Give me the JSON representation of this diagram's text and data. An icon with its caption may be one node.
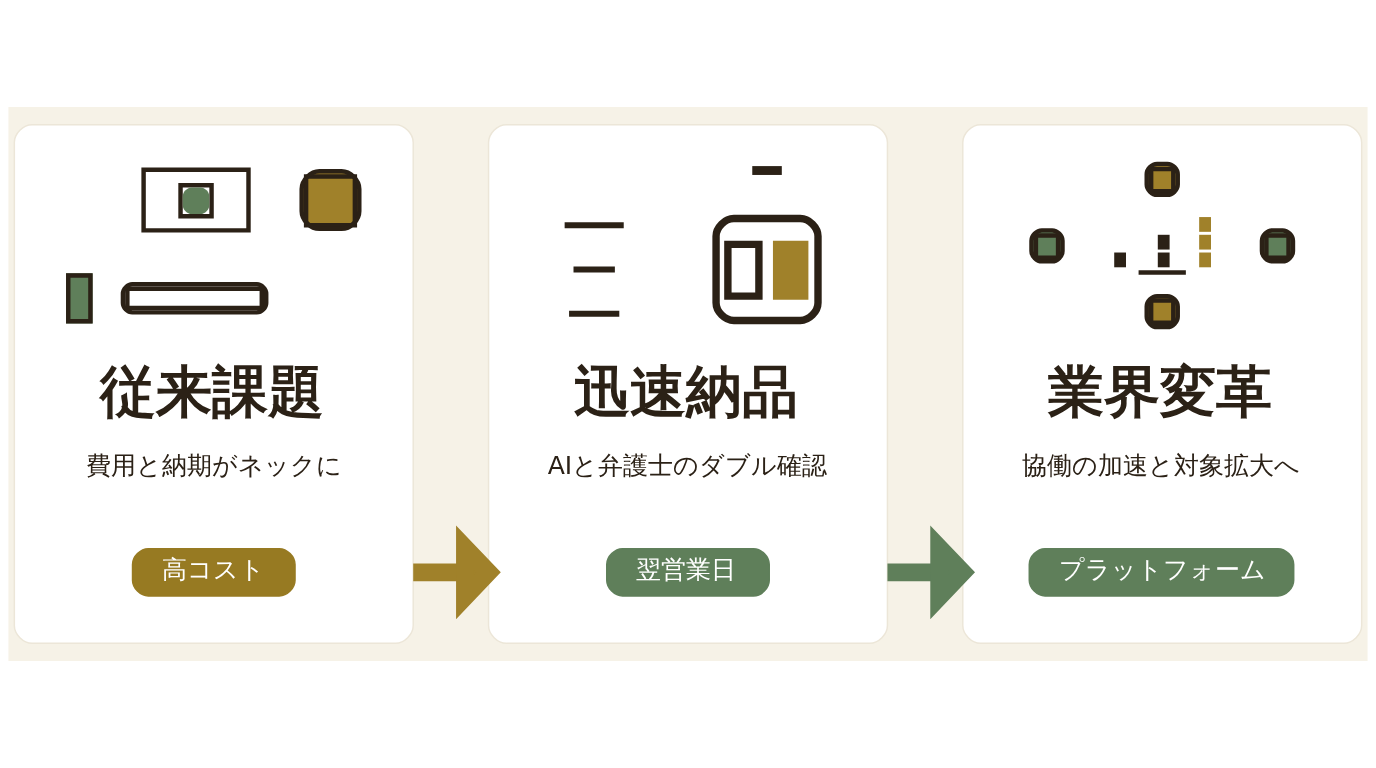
{
  "diagram": {
    "nodes": [
      {
        "text": [
          "従来課題",
          "費用と納期がネックに"
        ]
      },
      {
        "text": [
          "高コスト"
        ],
        "in": 0
      },
      {
        "text": [
          "迅速納品",
          "AIと弁護士のダブル確認"
        ]
      },
      {
        "text": [
          "翌営業日"
        ],
        "in": 2
      },
      {
        "text": [
          "業界変革",
          "協働の加速と対象拡大へ"
        ]
      },
      {
        "text": [
          "プラットフォーム"
        ],
        "in": 4
      }
    ],
    "edges": [
      {
        "from": 0,
        "to": 2,
        "arrow": "to",
        "color": "#a0812a"
      },
      {
        "from": 2,
        "to": 4,
        "arrow": "to",
        "color": "#5f7f5a"
      }
    ]
  }
}
